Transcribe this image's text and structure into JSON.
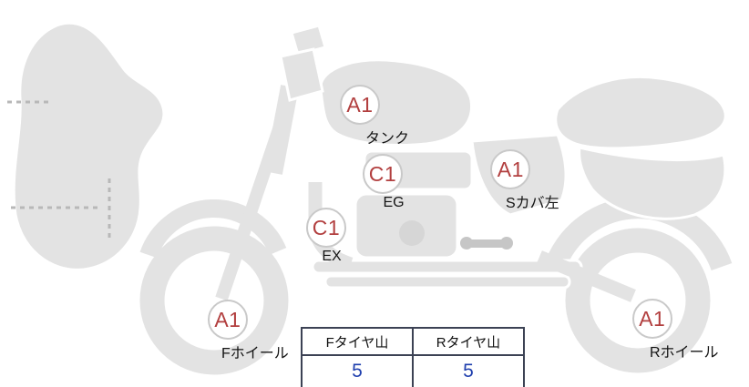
{
  "diagram_title": "motorcycle-condition-diagram",
  "markers": [
    {
      "grade": "A1",
      "label": "タンク"
    },
    {
      "grade": "C1",
      "label": "EG"
    },
    {
      "grade": "A1",
      "label": "Sカバ左"
    },
    {
      "grade": "C1",
      "label": "EX"
    },
    {
      "grade": "A1",
      "label": "Fホイール"
    },
    {
      "grade": "A1",
      "label": "Rホイール"
    }
  ],
  "tire_table": {
    "front_header": "Fタイヤ山",
    "rear_header": "Rタイヤ山",
    "front_value": "5",
    "rear_value": "5"
  },
  "colors": {
    "grade_text": "#b23f3f",
    "tire_value": "#1f3fae",
    "bike_body": "#e3e3e3",
    "table_border": "#3c4254"
  }
}
